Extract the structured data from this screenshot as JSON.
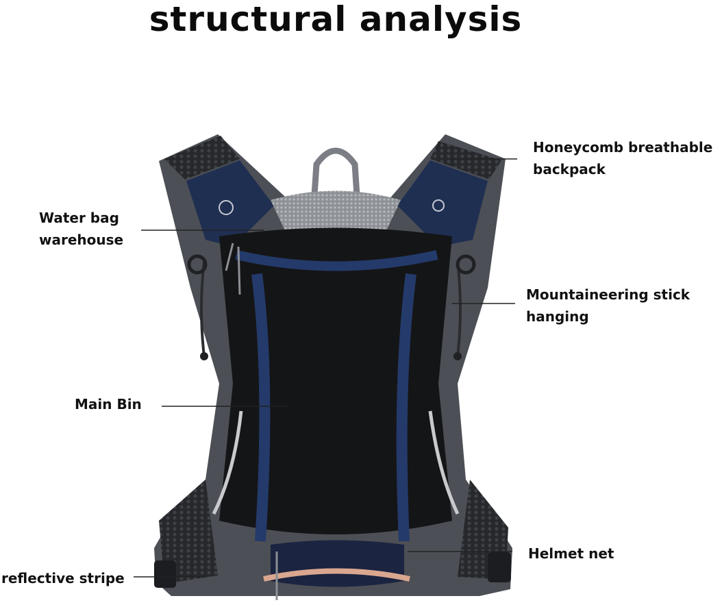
{
  "title": "structural analysis",
  "labels": {
    "honeycomb": {
      "line1": "Honeycomb breathable",
      "line2": "backpack"
    },
    "water_bag": {
      "line1": "Water bag",
      "line2": "warehouse"
    },
    "mountaineering": {
      "line1": "Mountaineering stick",
      "line2": "hanging"
    },
    "main_bin": "Main Bin",
    "helmet_net": "Helmet net",
    "reflective_stripe": "reflective stripe"
  },
  "colors": {
    "background": "#ffffff",
    "navy": "#1f2f52",
    "black_panel": "#141516",
    "grey_frame": "#5a5d63",
    "mesh": "#9a9da2",
    "reflective": "#d9a78f"
  }
}
